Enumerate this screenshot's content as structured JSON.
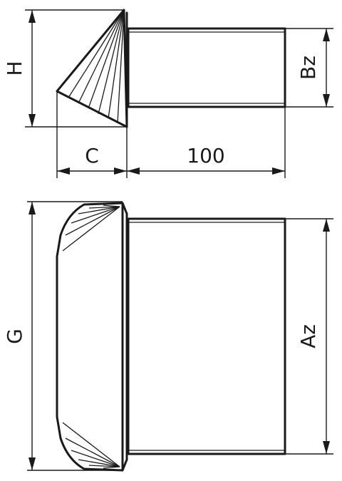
{
  "labels": {
    "h": "H",
    "bz": "Bz",
    "c": "C",
    "length": "100",
    "g": "G",
    "az": "Az"
  },
  "colors": {
    "line": "#1a1a1a",
    "background": "#ffffff"
  }
}
